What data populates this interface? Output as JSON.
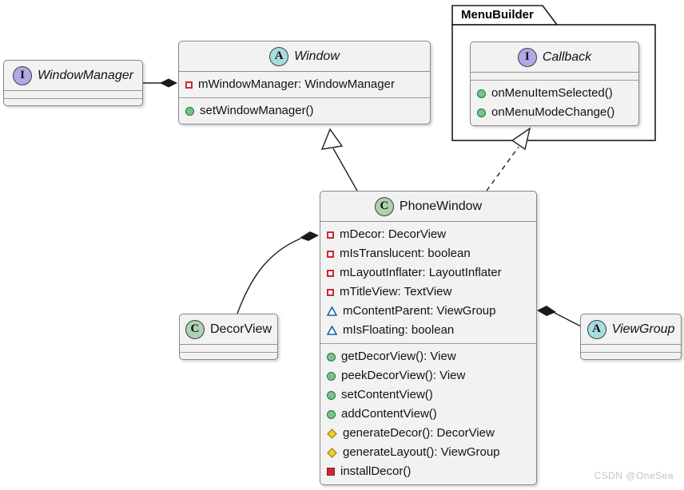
{
  "watermark": {
    "text": "CSDN @OneSea",
    "color": "#c3c3c3"
  },
  "package": {
    "name": "MenuBuilder"
  },
  "colors": {
    "class_spot": "#ADD1B2",
    "abstract_spot": "#A9DCDF",
    "interface_spot": "#B4A7E5",
    "box_fill": "#f2f2f2",
    "box_border": "#878787",
    "private_red": "#C82930",
    "package_blue": "#1963A0",
    "protected_yellow": "#f2d21f",
    "public_green": "#84BE84"
  },
  "classes": {
    "window_manager": {
      "spot": "I",
      "kind": "interface",
      "name": "WindowManager"
    },
    "window": {
      "spot": "A",
      "kind": "abstract",
      "name": "Window",
      "fields": [
        {
          "visibility": "private",
          "text": "mWindowManager: WindowManager"
        }
      ],
      "methods": [
        {
          "visibility": "public",
          "text": "setWindowManager()"
        }
      ]
    },
    "callback": {
      "spot": "I",
      "kind": "interface",
      "name": "Callback",
      "methods": [
        {
          "visibility": "public",
          "text": "onMenuItemSelected()"
        },
        {
          "visibility": "public",
          "text": "onMenuModeChange()"
        }
      ]
    },
    "phone_window": {
      "spot": "C",
      "kind": "class",
      "name": "PhoneWindow",
      "fields": [
        {
          "visibility": "private",
          "text": "mDecor: DecorView"
        },
        {
          "visibility": "private",
          "text": "mIsTranslucent: boolean"
        },
        {
          "visibility": "private",
          "text": "mLayoutInflater: LayoutInflater"
        },
        {
          "visibility": "private",
          "text": "mTitleView: TextView"
        },
        {
          "visibility": "package",
          "text": "mContentParent: ViewGroup"
        },
        {
          "visibility": "package",
          "text": "mIsFloating: boolean"
        }
      ],
      "methods": [
        {
          "visibility": "public",
          "text": "getDecorView(): View"
        },
        {
          "visibility": "public",
          "text": "peekDecorView(): View"
        },
        {
          "visibility": "public",
          "text": "setContentView()"
        },
        {
          "visibility": "public",
          "text": "addContentView()"
        },
        {
          "visibility": "protected",
          "text": "generateDecor(): DecorView"
        },
        {
          "visibility": "protected",
          "text": "generateLayout(): ViewGroup"
        },
        {
          "visibility": "private",
          "text": "installDecor()"
        }
      ]
    },
    "decor_view": {
      "spot": "C",
      "kind": "class",
      "name": "DecorView"
    },
    "view_group": {
      "spot": "A",
      "kind": "abstract",
      "name": "ViewGroup"
    }
  },
  "relationships": [
    {
      "from": "Window",
      "to": "WindowManager",
      "type": "composition",
      "line": "solid"
    },
    {
      "from": "PhoneWindow",
      "to": "Window",
      "type": "extends",
      "line": "solid"
    },
    {
      "from": "PhoneWindow",
      "to": "Callback",
      "type": "implements",
      "line": "dashed"
    },
    {
      "from": "PhoneWindow",
      "to": "DecorView",
      "type": "composition",
      "line": "solid"
    },
    {
      "from": "PhoneWindow",
      "to": "ViewGroup",
      "type": "composition",
      "line": "solid"
    }
  ]
}
